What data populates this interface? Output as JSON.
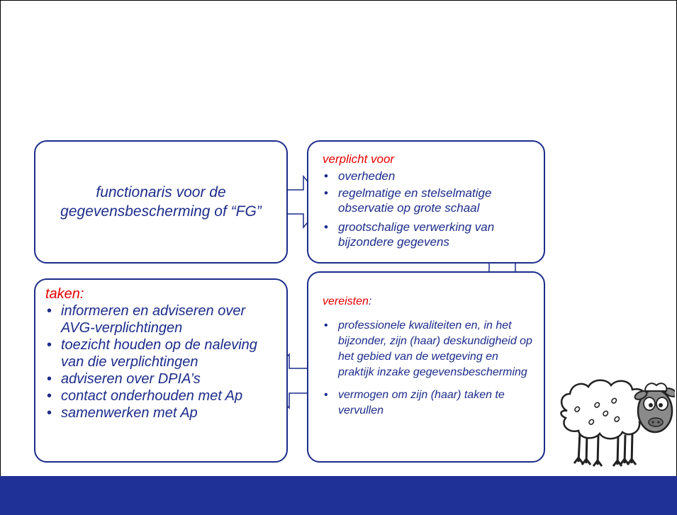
{
  "box_fg": {
    "text": "functionaris voor de gegevensbescherming of “FG”"
  },
  "box_verplicht": {
    "heading": "verplicht voor",
    "items": [
      "overheden",
      "regelmatige en stelselmatige observatie op grote schaal",
      "grootschalige verwerking van bijzondere gegevens"
    ]
  },
  "box_vereisten": {
    "heading": "vereisten",
    "heading_suffix": ":",
    "items": [
      "professionele kwaliteiten en, in het bijzonder, zijn (haar) deskundigheid op het gebied van de wetgeving en praktijk inzake gegevensbescherming",
      "vermogen om zijn (haar) taken te vervullen"
    ]
  },
  "box_taken": {
    "heading": "taken:",
    "items": [
      "informeren en adviseren over AVG-verplichtingen",
      "toezicht houden op de naleving van die verplichtingen",
      "adviseren over DPIA’s",
      "contact onderhouden met Ap",
      "samenwerken met Ap"
    ]
  },
  "colors": {
    "text": "#1c2c8a",
    "border": "#1c2c8a",
    "heading": "#e60000",
    "footer": "#1f3196"
  },
  "icons": {
    "mascot": "sheep-illustration"
  }
}
